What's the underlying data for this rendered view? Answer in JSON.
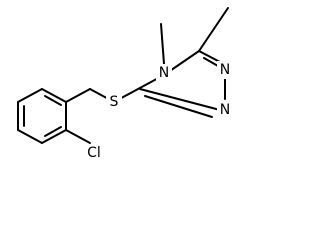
{
  "molecule": {
    "atoms": {
      "n4": "N",
      "n1": "N",
      "n2": "N",
      "s": "S",
      "cl": "Cl"
    }
  },
  "colors": {
    "bond": "#000000",
    "background": "#ffffff"
  }
}
